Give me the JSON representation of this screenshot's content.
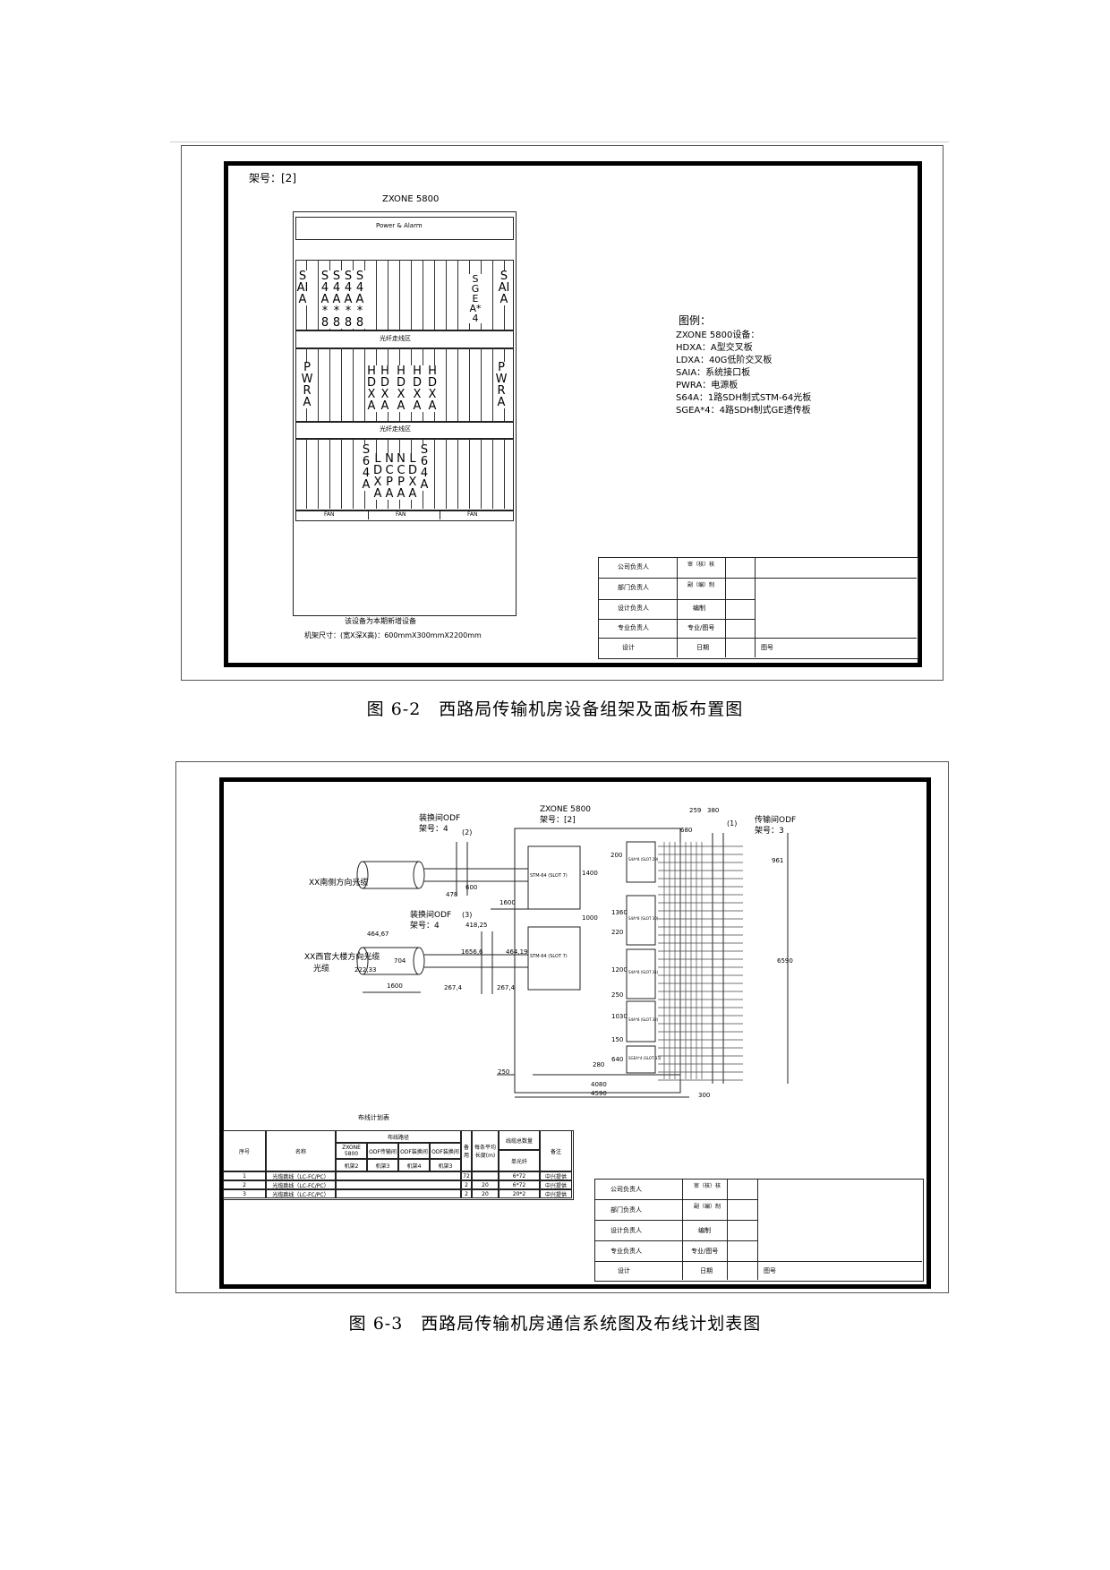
{
  "fig1": {
    "rack_id": "架号：[2]",
    "device_title": "ZXONE 5800",
    "power_alarm": "Power & Alarm",
    "shelf1_cards": [
      "SAIA",
      "S4A*8",
      "S4A*8",
      "S4A*8",
      "S4A*8",
      "SGEA*4",
      "SAIA"
    ],
    "fiber_area_1": "光纤走线区",
    "shelf2_cards": [
      "PWRA",
      "HDXA",
      "HDXA",
      "HDXA",
      "HDXA",
      "HDXA",
      "PWRA"
    ],
    "fiber_area_2": "光纤走线区",
    "shelf3_cards": [
      "S64A",
      "LDXA",
      "NCPA",
      "NCPA",
      "LDXA",
      "S64A"
    ],
    "fan_labels": [
      "FAN",
      "FAN",
      "FAN"
    ],
    "note_new": "该设备为本期新增设备",
    "note_size": "机架尺寸：(宽X深X高)：600mmX300mmX2200mm",
    "legend_title": "图例：",
    "legend_items": [
      "ZXONE 5800设备：",
      "HDXA：A型交叉板",
      "LDXA：40G低阶交叉板",
      "SAIA：系统接口板",
      "PWRA：电源板",
      "S64A：1路SDH制式STM-64光板",
      "SGEA*4：4路SDH制式GE透传板"
    ],
    "caption": "图 6-2　西路局传输机房设备组架及面板布置图"
  },
  "title_block": {
    "rows": [
      [
        "公司负责人",
        "审（核）核"
      ],
      [
        "部门负责人",
        "副（编）制"
      ],
      [
        "设计负责人",
        "编制"
      ],
      [
        "专业负责人",
        "专业/图号"
      ],
      [
        "设计",
        "日期"
      ]
    ],
    "sheet": "图号"
  },
  "fig2": {
    "device_title": "ZXONE 5800",
    "device_rack": "架号：[2]",
    "odf_left_top": "装换间ODF",
    "odf_left_top_no": "架号：4",
    "odf_left_top_mark": "(2)",
    "odf_left_bottom": "装换间ODF",
    "odf_left_bottom_no": "架号：4",
    "odf_left_bottom_mark": "(3)",
    "odf_right": "传输间ODF",
    "odf_right_no": "架号：3",
    "odf_right_mark": "(1)",
    "cable_top": "XX南侧方向光缆",
    "cable_bottom": "XX西官大楼方向光缆",
    "stm_top": "STM-64 (SLOT 7)",
    "stm_bottom": "STM-64 (SLOT 7)",
    "slots": [
      "S4A*8 (SLOT 29)",
      "S4A*8 (SLOT 30)",
      "S4A*8 (SLOT 31)",
      "S4A*8 (SLOT 32)",
      "SGEA*4 (SLOT 33)"
    ],
    "dims": {
      "d259": "259",
      "d380": "380",
      "d680": "680",
      "d200a": "200",
      "d1400": "1400",
      "d600": "600",
      "d478": "478",
      "d1600a": "1600",
      "d1000": "1000",
      "d1360": "1360",
      "d220": "220",
      "d1200": "1200",
      "d250a": "250",
      "d1030": "1030",
      "d150": "150",
      "d640": "640",
      "d280": "280",
      "d250b": "250",
      "d4080": "4080",
      "d4590": "4590",
      "d300": "300",
      "d6590": "6590",
      "d464": "464,67",
      "d222": "222,33",
      "d704": "704",
      "d1600b": "1600",
      "d16566": "1656,6",
      "d41825": "418,25",
      "d2674a": "267,4",
      "d2674b": "267,4",
      "d46419": "464,19",
      "d961": "961"
    },
    "table_title": "布线计划表",
    "table": {
      "headers": [
        "序号",
        "名称",
        "布线路径",
        "备用",
        "每条平均长度(m)",
        "线缆总数量",
        "备注"
      ],
      "path_sub": [
        "ZXONE 5800",
        "ODF传输间",
        "ODF装换间",
        "ODF装换间"
      ],
      "rack_sub": [
        "机架2",
        "机架3",
        "机架4",
        "机架3"
      ],
      "qty_sub": [
        "单光纤"
      ],
      "rows": [
        [
          "1",
          "光缆跳线（LC-FC/PC）",
          "72",
          "",
          "6*72",
          "中兴提供"
        ],
        [
          "2",
          "光缆跳线（LC-FC/PC）",
          "2",
          "20",
          "6*72",
          "中兴提供"
        ],
        [
          "3",
          "光缆跳线（LC-FC/PC）",
          "2",
          "20",
          "20*2",
          "中兴提供"
        ]
      ]
    },
    "caption": "图 6-3　西路局传输机房通信系统图及布线计划表图"
  }
}
